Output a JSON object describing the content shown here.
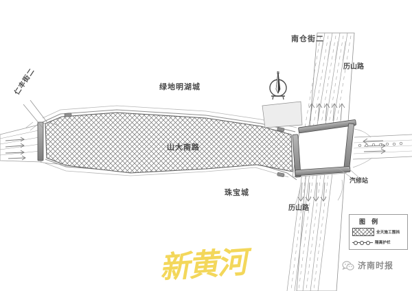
{
  "map": {
    "type": "road-construction-plan",
    "title_watermark": "新黄河",
    "labels": {
      "street_west": "仁丰街二",
      "street_north": "南仓街二",
      "district_north": "绿地明湖城",
      "main_road": "山大南路",
      "district_south": "珠宝城",
      "vertical_road_north": "历山路",
      "vertical_road_south": "历山路",
      "poi_repair": "汽修站"
    },
    "compass": {
      "name": "north-arrow",
      "direction": "N"
    },
    "legend": {
      "title": "图 例",
      "items": [
        {
          "symbol": "hatch",
          "label": "全天施工围挡"
        },
        {
          "symbol": "fence",
          "label": "隔离护栏"
        }
      ]
    },
    "brand": {
      "name": "济南时报",
      "icon": "wechat-icon"
    },
    "colors": {
      "hatch_stroke": "#6a6a6a",
      "barrier_fill": "#8d8d8d",
      "road_line": "#8a8a8a",
      "label_text": "#4a4a4a",
      "watermark": "#f2d44e",
      "legend_border": "#9a9a9a"
    }
  }
}
